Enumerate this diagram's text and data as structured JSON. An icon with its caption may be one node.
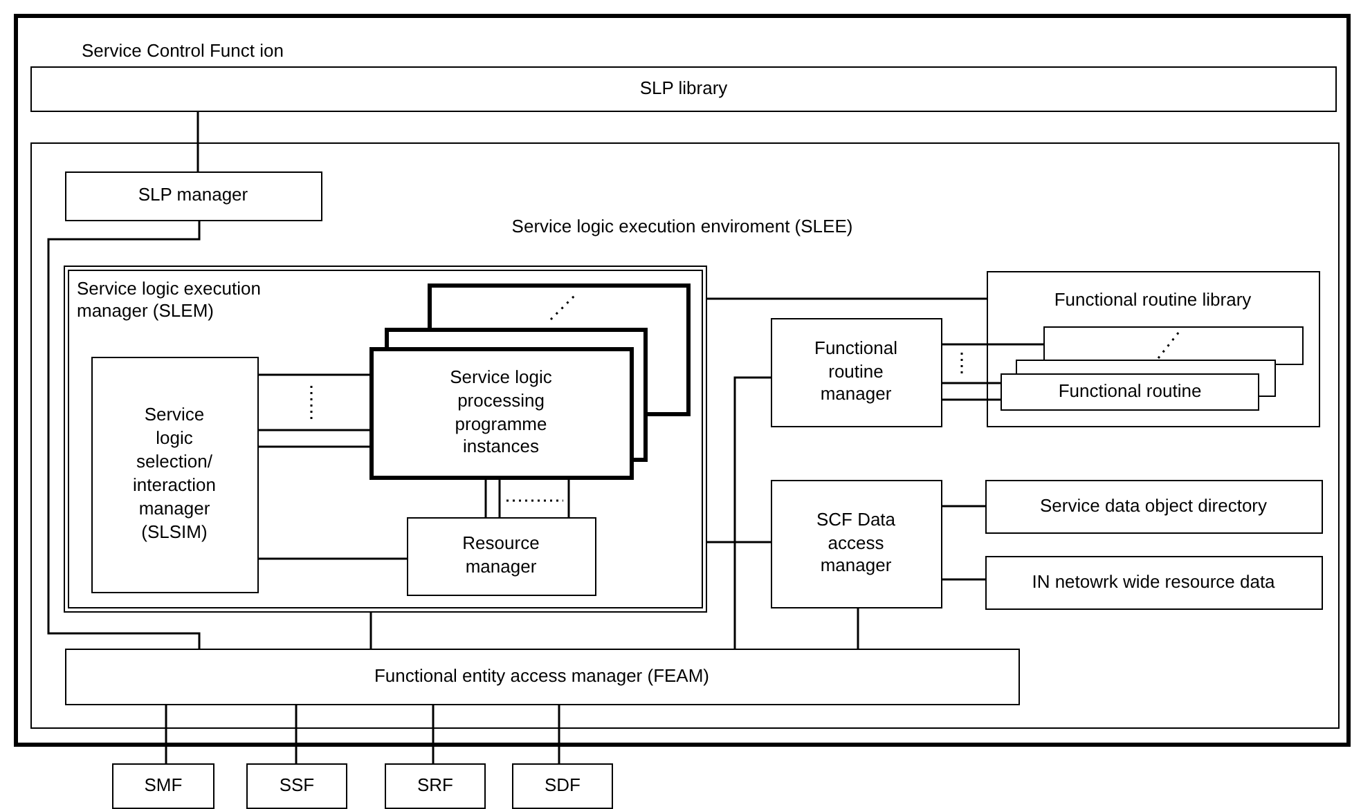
{
  "diagram": {
    "nodes": [
      {
        "text": [
          "Service Control Funct ion"
        ]
      },
      {
        "text": [
          "SLP library"
        ],
        "in": 0
      },
      {
        "text": [
          "Service logic execution enviroment (SLEE)"
        ],
        "in": 0
      },
      {
        "text": [
          "SLP manager"
        ],
        "in": 2
      },
      {
        "text": [
          "Service logic execution manager (SLEM)"
        ],
        "in": 2
      },
      {
        "text": [],
        "shape": "box",
        "in": 4
      },
      {
        "text": [],
        "shape": "box",
        "in": 4
      },
      {
        "text": [
          "Service logic processing programme instances"
        ],
        "in": 4
      },
      {
        "text": [
          "Service logic selection/ interaction manager (SLSIM)"
        ],
        "in": 4
      },
      {
        "text": [
          "Resource manager"
        ],
        "in": 4
      },
      {
        "text": [
          "Functional routine manager"
        ],
        "in": 2
      },
      {
        "text": [
          "Functional routine library"
        ],
        "in": 2
      },
      {
        "text": [],
        "shape": "box",
        "in": 11
      },
      {
        "text": [],
        "shape": "box",
        "in": 11
      },
      {
        "text": [
          "Functional routine"
        ],
        "in": 11
      },
      {
        "text": [
          "SCF Data access manager"
        ],
        "in": 2
      },
      {
        "text": [
          "Service data object directory"
        ],
        "in": 2
      },
      {
        "text": [
          "IN netowrk wide resource data"
        ],
        "in": 2
      },
      {
        "text": [
          "Functional entity access manager (FEAM)"
        ],
        "in": 2
      },
      {
        "text": [
          "SMF"
        ]
      },
      {
        "text": [
          "SSF"
        ]
      },
      {
        "text": [
          "SRF"
        ]
      },
      {
        "text": [
          "SDF"
        ]
      }
    ],
    "edges": [
      {
        "from": 1,
        "to": 3,
        "arrow": "none"
      },
      {
        "from": 3,
        "to": 18,
        "arrow": "none"
      },
      {
        "from": 4,
        "to": 18,
        "arrow": "none"
      },
      {
        "from": 4,
        "to": 11,
        "arrow": "none"
      },
      {
        "from": 8,
        "to": 7,
        "arrow": "none"
      },
      {
        "from": 8,
        "to": 7,
        "arrow": "none"
      },
      {
        "from": 8,
        "to": 7,
        "arrow": "none"
      },
      {
        "from": 8,
        "to": 9,
        "arrow": "none"
      },
      {
        "from": 7,
        "to": 9,
        "arrow": "none"
      },
      {
        "from": 7,
        "to": 9,
        "arrow": "none"
      },
      {
        "from": 7,
        "to": 9,
        "arrow": "none"
      },
      {
        "from": 10,
        "to": 12,
        "arrow": "none"
      },
      {
        "from": 10,
        "to": 14,
        "arrow": "none"
      },
      {
        "from": 10,
        "to": 14,
        "arrow": "none"
      },
      {
        "from": 4,
        "to": 15,
        "arrow": "none"
      },
      {
        "from": 10,
        "to": 18,
        "arrow": "none"
      },
      {
        "from": 15,
        "to": 18,
        "arrow": "none"
      },
      {
        "from": 15,
        "to": 16,
        "arrow": "none"
      },
      {
        "from": 15,
        "to": 17,
        "arrow": "none"
      },
      {
        "from": 18,
        "to": 19,
        "arrow": "none"
      },
      {
        "from": 18,
        "to": 20,
        "arrow": "none"
      },
      {
        "from": 18,
        "to": 21,
        "arrow": "none"
      },
      {
        "from": 18,
        "to": 22,
        "arrow": "none"
      }
    ]
  }
}
